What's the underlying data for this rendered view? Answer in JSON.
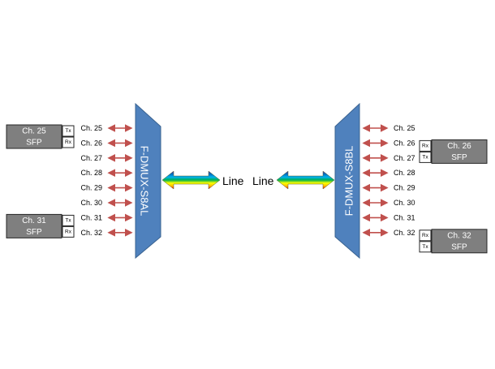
{
  "left_mux": {
    "label": "F-DMUX-S8AL",
    "channels": [
      "Ch. 25",
      "Ch. 26",
      "Ch. 27",
      "Ch. 28",
      "Ch. 29",
      "Ch. 30",
      "Ch. 31",
      "Ch. 32"
    ],
    "sfps": [
      {
        "channel": "Ch. 25",
        "type": "SFP",
        "port_top": "Tx",
        "port_bottom": "Rx"
      },
      {
        "channel": "Ch. 31",
        "type": "SFP",
        "port_top": "Tx",
        "port_bottom": "Rx"
      }
    ]
  },
  "right_mux": {
    "label": "F-DMUX-S8BL",
    "channels": [
      "Ch. 25",
      "Ch. 26",
      "Ch. 27",
      "Ch. 28",
      "Ch. 29",
      "Ch. 30",
      "Ch. 31",
      "Ch. 32"
    ],
    "sfps": [
      {
        "channel": "Ch. 26",
        "type": "SFP",
        "port_top": "Rx",
        "port_bottom": "Tx"
      },
      {
        "channel": "Ch. 32",
        "type": "SFP",
        "port_top": "Rx",
        "port_bottom": "Tx"
      }
    ]
  },
  "line": {
    "left_label": "Line",
    "right_label": "Line"
  },
  "colors": {
    "mux_fill": "#4f81bd",
    "mux_stroke": "#3a6391",
    "channel_arrow": "#c0504d",
    "sfp_fill": "#7f7f7f",
    "port_fill": "#ffffff"
  }
}
